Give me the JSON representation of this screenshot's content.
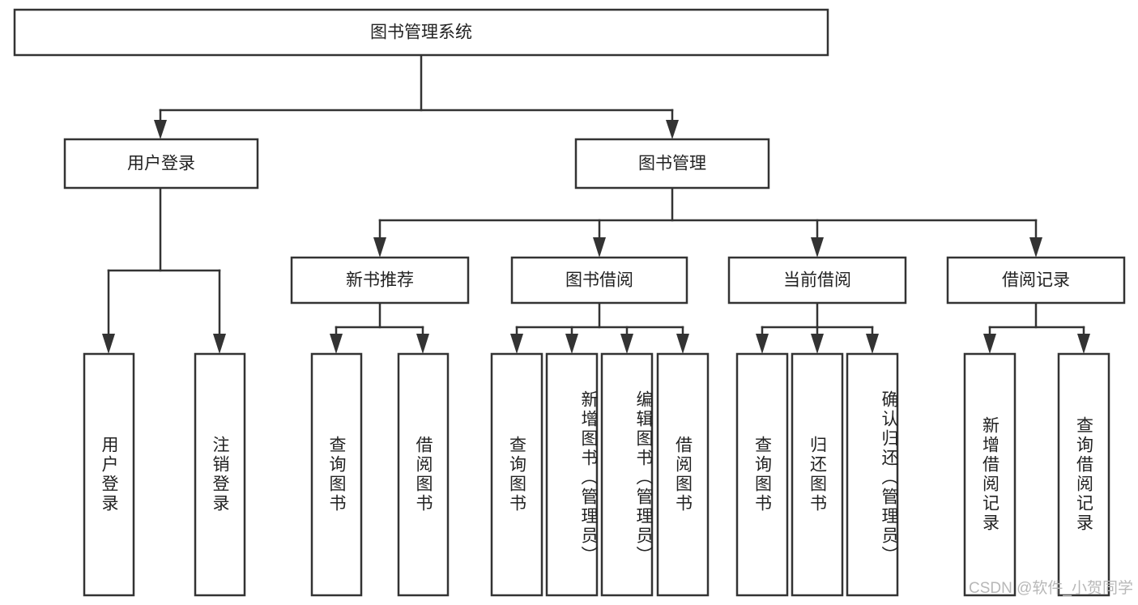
{
  "diagram": {
    "title": "图书管理系统",
    "type": "hierarchy-tree",
    "root": {
      "id": "root",
      "label": "图书管理系统",
      "orientation": "horizontal"
    },
    "level1": [
      {
        "id": "user-login",
        "label": "用户登录",
        "orientation": "horizontal"
      },
      {
        "id": "book-management",
        "label": "图书管理",
        "orientation": "horizontal"
      }
    ],
    "level2": [
      {
        "id": "new-book-recommend",
        "label": "新书推荐",
        "orientation": "horizontal",
        "parent": "book-management"
      },
      {
        "id": "book-borrow",
        "label": "图书借阅",
        "orientation": "horizontal",
        "parent": "book-management"
      },
      {
        "id": "current-borrow",
        "label": "当前借阅",
        "orientation": "horizontal",
        "parent": "book-management"
      },
      {
        "id": "borrow-record",
        "label": "借阅记录",
        "orientation": "horizontal",
        "parent": "book-management"
      }
    ],
    "leaves": [
      {
        "id": "leaf-user-login",
        "label": "用户登录",
        "orientation": "vertical",
        "parent": "user-login"
      },
      {
        "id": "leaf-logout-login",
        "label": "注销登录",
        "orientation": "vertical",
        "parent": "user-login"
      },
      {
        "id": "leaf-query-book-1",
        "label": "查询图书",
        "orientation": "vertical",
        "parent": "new-book-recommend"
      },
      {
        "id": "leaf-borrow-book-1",
        "label": "借阅图书",
        "orientation": "vertical",
        "parent": "new-book-recommend"
      },
      {
        "id": "leaf-query-book-2",
        "label": "查询图书",
        "orientation": "vertical",
        "parent": "book-borrow"
      },
      {
        "id": "leaf-add-book",
        "label": "新增图书（管理员）",
        "orientation": "vertical",
        "parent": "book-borrow"
      },
      {
        "id": "leaf-edit-book",
        "label": "编辑图书（管理员）",
        "orientation": "vertical",
        "parent": "book-borrow"
      },
      {
        "id": "leaf-borrow-book-2",
        "label": "借阅图书",
        "orientation": "vertical",
        "parent": "book-borrow"
      },
      {
        "id": "leaf-query-book-3",
        "label": "查询图书",
        "orientation": "vertical",
        "parent": "current-borrow"
      },
      {
        "id": "leaf-return-book",
        "label": "归还图书",
        "orientation": "vertical",
        "parent": "current-borrow"
      },
      {
        "id": "leaf-confirm-return",
        "label": "确认归还（管理员）",
        "orientation": "vertical",
        "parent": "current-borrow"
      },
      {
        "id": "leaf-add-record",
        "label": "新增借阅记录",
        "orientation": "vertical",
        "parent": "borrow-record"
      },
      {
        "id": "leaf-query-record",
        "label": "查询借阅记录",
        "orientation": "vertical",
        "parent": "borrow-record"
      }
    ]
  },
  "watermark": {
    "text": "CSDN @软件_小贺同学"
  },
  "colors": {
    "stroke": "#333333",
    "fill": "#ffffff",
    "text": "#222222",
    "watermark": "#b8b8b8"
  }
}
